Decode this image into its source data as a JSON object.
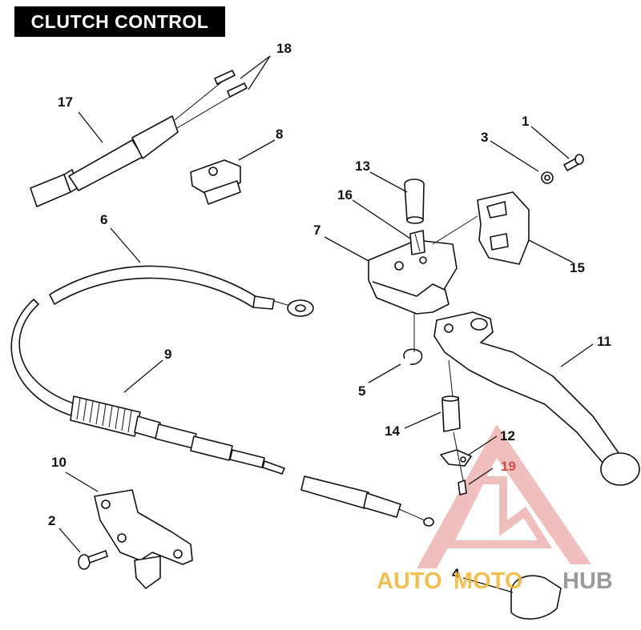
{
  "title": "CLUTCH CONTROL",
  "callouts": {
    "c1": "1",
    "c2": "2",
    "c3": "3",
    "c4": "4",
    "c5": "5",
    "c6": "6",
    "c7": "7",
    "c8": "8",
    "c9": "9",
    "c10": "10",
    "c11": "11",
    "c12": "12",
    "c13": "13",
    "c14": "14",
    "c15": "15",
    "c16": "16",
    "c17": "17",
    "c18": "18",
    "c19": "19"
  },
  "watermark": {
    "part_auto": "AUTO",
    "part_moto": "MOTO",
    "part_hub": "HUB",
    "color_yellow": "#f2b632",
    "color_red": "#e05a55",
    "color_gray": "#8a8a8a"
  }
}
